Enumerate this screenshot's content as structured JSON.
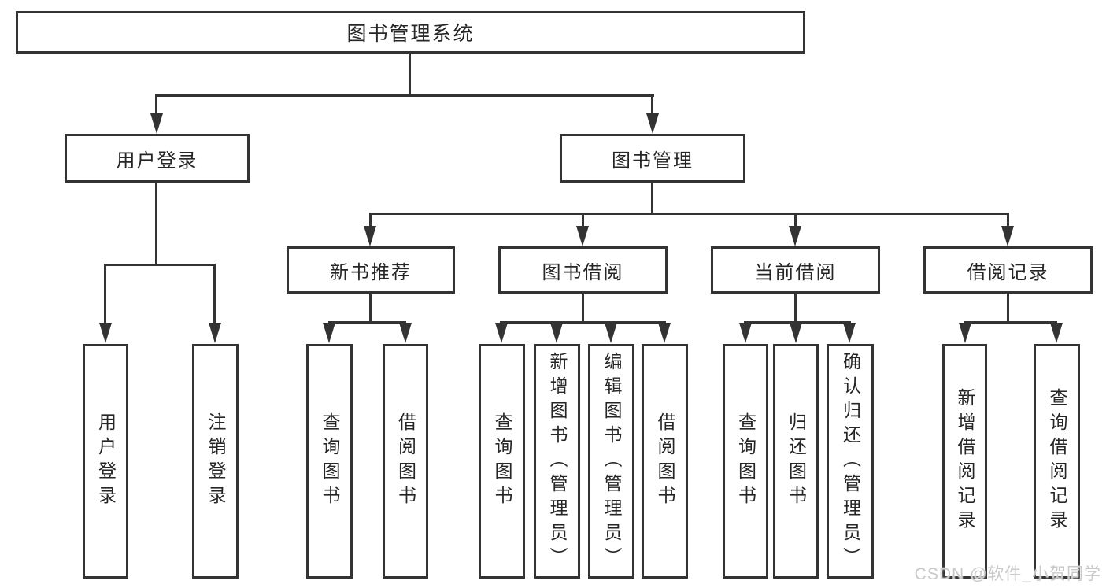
{
  "title": "图书管理系统",
  "nodes": {
    "user_login": "用户登录",
    "book_mgmt": "图书管理",
    "new_books": "新书推荐",
    "book_borrow": "图书借阅",
    "current_borrow": "当前借阅",
    "borrow_records": "借阅记录"
  },
  "leaves": {
    "user_login": [
      "用户登录",
      "注销登录"
    ],
    "new_books": [
      "查询图书",
      "借阅图书"
    ],
    "book_borrow": [
      "查询图书",
      "新增图书（管理员）",
      "编辑图书（管理员）",
      "借阅图书"
    ],
    "current_borrow": [
      "查询图书",
      "归还图书",
      "确认归还（管理员）"
    ],
    "borrow_records": [
      "新增借阅记录",
      "查询借阅记录"
    ]
  },
  "watermark": "CSDN @软件_小贺同学",
  "colors": {
    "line": "#333333",
    "text": "#262626",
    "watermark": "#c9c9c9",
    "background": "#ffffff"
  }
}
